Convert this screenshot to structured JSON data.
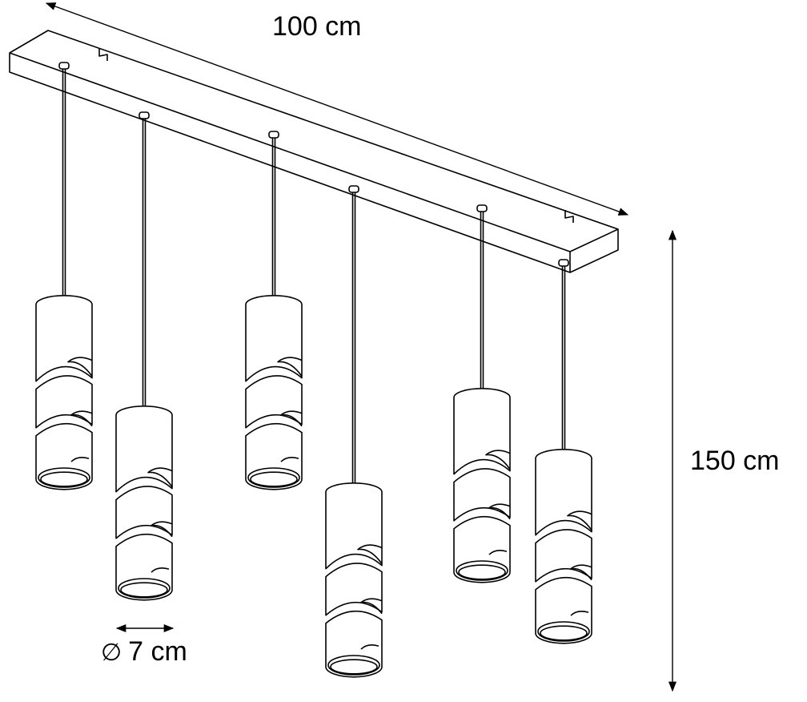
{
  "dimensions": {
    "width_label": "100 cm",
    "height_label": "150 cm",
    "diameter_symbol": "∅",
    "diameter_label": "7 cm"
  },
  "colors": {
    "line": "#000000",
    "background": "#ffffff"
  },
  "pendant_count": 6
}
